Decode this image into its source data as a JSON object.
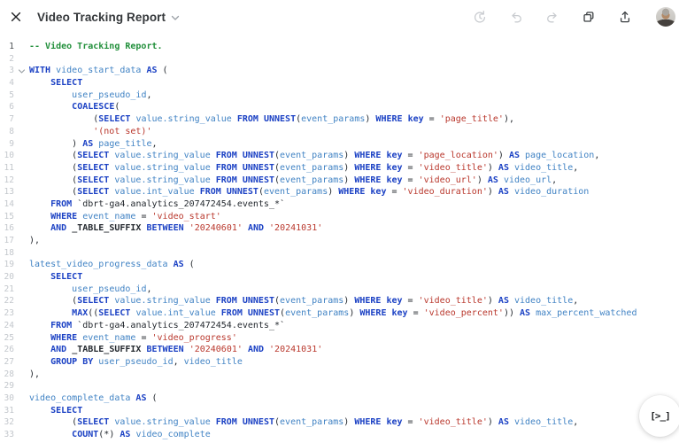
{
  "titlebar": {
    "title": "Video Tracking Report",
    "icons": {
      "close": "x-close",
      "title_chevron": "chevron-down",
      "history": "restore-clock-arrow",
      "undo": "arrow-curve-left",
      "redo": "arrow-curve-right",
      "copy": "overlapping-squares",
      "upload": "arrow-up-from-tray",
      "avatar": "user-photo"
    }
  },
  "editor": {
    "active_line": 1,
    "fold_icon": "chevron-down",
    "colors": {
      "keyword": "#1b41c4",
      "identifier": "#4183c4",
      "string": "#b9372c",
      "comment": "#23903c",
      "plain": "#24292f"
    },
    "lines": [
      {
        "n": 1,
        "t": [
          [
            "com",
            "-- Video Tracking Report."
          ]
        ]
      },
      {
        "n": 2,
        "t": []
      },
      {
        "n": 3,
        "fold": true,
        "t": [
          [
            "kw",
            "WITH"
          ],
          [
            "pl",
            " "
          ],
          [
            "id",
            "video_start_data"
          ],
          [
            "pl",
            " "
          ],
          [
            "kw",
            "AS"
          ],
          [
            "pl",
            " ("
          ]
        ]
      },
      {
        "n": 4,
        "t": [
          [
            "pl",
            "    "
          ],
          [
            "kw",
            "SELECT"
          ]
        ]
      },
      {
        "n": 5,
        "t": [
          [
            "pl",
            "        "
          ],
          [
            "id",
            "user_pseudo_id"
          ],
          [
            "pl",
            ","
          ]
        ]
      },
      {
        "n": 6,
        "t": [
          [
            "pl",
            "        "
          ],
          [
            "kw",
            "COALESCE"
          ],
          [
            "pl",
            "("
          ]
        ]
      },
      {
        "n": 7,
        "t": [
          [
            "pl",
            "            ("
          ],
          [
            "kw",
            "SELECT"
          ],
          [
            "pl",
            " "
          ],
          [
            "id",
            "value.string_value"
          ],
          [
            "pl",
            " "
          ],
          [
            "kw",
            "FROM"
          ],
          [
            "pl",
            " "
          ],
          [
            "kw",
            "UNNEST"
          ],
          [
            "pl",
            "("
          ],
          [
            "id",
            "event_params"
          ],
          [
            "pl",
            ") "
          ],
          [
            "kw",
            "WHERE"
          ],
          [
            "pl",
            " "
          ],
          [
            "kw",
            "key"
          ],
          [
            "pl",
            " = "
          ],
          [
            "str",
            "'page_title'"
          ],
          [
            "pl",
            "),"
          ]
        ]
      },
      {
        "n": 8,
        "t": [
          [
            "pl",
            "            "
          ],
          [
            "str",
            "'(not set)'"
          ]
        ]
      },
      {
        "n": 9,
        "t": [
          [
            "pl",
            "        ) "
          ],
          [
            "kw",
            "AS"
          ],
          [
            "pl",
            " "
          ],
          [
            "id",
            "page_title"
          ],
          [
            "pl",
            ","
          ]
        ]
      },
      {
        "n": 10,
        "t": [
          [
            "pl",
            "        ("
          ],
          [
            "kw",
            "SELECT"
          ],
          [
            "pl",
            " "
          ],
          [
            "id",
            "value.string_value"
          ],
          [
            "pl",
            " "
          ],
          [
            "kw",
            "FROM"
          ],
          [
            "pl",
            " "
          ],
          [
            "kw",
            "UNNEST"
          ],
          [
            "pl",
            "("
          ],
          [
            "id",
            "event_params"
          ],
          [
            "pl",
            ") "
          ],
          [
            "kw",
            "WHERE"
          ],
          [
            "pl",
            " "
          ],
          [
            "kw",
            "key"
          ],
          [
            "pl",
            " = "
          ],
          [
            "str",
            "'page_location'"
          ],
          [
            "pl",
            ") "
          ],
          [
            "kw",
            "AS"
          ],
          [
            "pl",
            " "
          ],
          [
            "id",
            "page_location"
          ],
          [
            "pl",
            ","
          ]
        ]
      },
      {
        "n": 11,
        "t": [
          [
            "pl",
            "        ("
          ],
          [
            "kw",
            "SELECT"
          ],
          [
            "pl",
            " "
          ],
          [
            "id",
            "value.string_value"
          ],
          [
            "pl",
            " "
          ],
          [
            "kw",
            "FROM"
          ],
          [
            "pl",
            " "
          ],
          [
            "kw",
            "UNNEST"
          ],
          [
            "pl",
            "("
          ],
          [
            "id",
            "event_params"
          ],
          [
            "pl",
            ") "
          ],
          [
            "kw",
            "WHERE"
          ],
          [
            "pl",
            " "
          ],
          [
            "kw",
            "key"
          ],
          [
            "pl",
            " = "
          ],
          [
            "str",
            "'video_title'"
          ],
          [
            "pl",
            ") "
          ],
          [
            "kw",
            "AS"
          ],
          [
            "pl",
            " "
          ],
          [
            "id",
            "video_title"
          ],
          [
            "pl",
            ","
          ]
        ]
      },
      {
        "n": 12,
        "t": [
          [
            "pl",
            "        ("
          ],
          [
            "kw",
            "SELECT"
          ],
          [
            "pl",
            " "
          ],
          [
            "id",
            "value.string_value"
          ],
          [
            "pl",
            " "
          ],
          [
            "kw",
            "FROM"
          ],
          [
            "pl",
            " "
          ],
          [
            "kw",
            "UNNEST"
          ],
          [
            "pl",
            "("
          ],
          [
            "id",
            "event_params"
          ],
          [
            "pl",
            ") "
          ],
          [
            "kw",
            "WHERE"
          ],
          [
            "pl",
            " "
          ],
          [
            "kw",
            "key"
          ],
          [
            "pl",
            " = "
          ],
          [
            "str",
            "'video_url'"
          ],
          [
            "pl",
            ") "
          ],
          [
            "kw",
            "AS"
          ],
          [
            "pl",
            " "
          ],
          [
            "id",
            "video_url"
          ],
          [
            "pl",
            ","
          ]
        ]
      },
      {
        "n": 13,
        "t": [
          [
            "pl",
            "        ("
          ],
          [
            "kw",
            "SELECT"
          ],
          [
            "pl",
            " "
          ],
          [
            "id",
            "value.int_value"
          ],
          [
            "pl",
            " "
          ],
          [
            "kw",
            "FROM"
          ],
          [
            "pl",
            " "
          ],
          [
            "kw",
            "UNNEST"
          ],
          [
            "pl",
            "("
          ],
          [
            "id",
            "event_params"
          ],
          [
            "pl",
            ") "
          ],
          [
            "kw",
            "WHERE"
          ],
          [
            "pl",
            " "
          ],
          [
            "kw",
            "key"
          ],
          [
            "pl",
            " = "
          ],
          [
            "str",
            "'video_duration'"
          ],
          [
            "pl",
            ") "
          ],
          [
            "kw",
            "AS"
          ],
          [
            "pl",
            " "
          ],
          [
            "id",
            "video_duration"
          ]
        ]
      },
      {
        "n": 14,
        "t": [
          [
            "pl",
            "    "
          ],
          [
            "kw",
            "FROM"
          ],
          [
            "pl",
            " "
          ],
          [
            "tbl",
            "`dbrt-ga4.analytics_207472454.events_*`"
          ]
        ]
      },
      {
        "n": 15,
        "t": [
          [
            "pl",
            "    "
          ],
          [
            "kw",
            "WHERE"
          ],
          [
            "pl",
            " "
          ],
          [
            "id",
            "event_name"
          ],
          [
            "pl",
            " = "
          ],
          [
            "str",
            "'video_start'"
          ]
        ]
      },
      {
        "n": 16,
        "t": [
          [
            "pl",
            "    "
          ],
          [
            "kw",
            "AND"
          ],
          [
            "pl",
            " "
          ],
          [
            "sfx",
            "_TABLE_SUFFIX"
          ],
          [
            "pl",
            " "
          ],
          [
            "kw",
            "BETWEEN"
          ],
          [
            "pl",
            " "
          ],
          [
            "str",
            "'20240601'"
          ],
          [
            "pl",
            " "
          ],
          [
            "kw",
            "AND"
          ],
          [
            "pl",
            " "
          ],
          [
            "str",
            "'20241031'"
          ]
        ]
      },
      {
        "n": 17,
        "t": [
          [
            "pl",
            "),"
          ]
        ]
      },
      {
        "n": 18,
        "t": []
      },
      {
        "n": 19,
        "t": [
          [
            "id",
            "latest_video_progress_data"
          ],
          [
            "pl",
            " "
          ],
          [
            "kw",
            "AS"
          ],
          [
            "pl",
            " ("
          ]
        ]
      },
      {
        "n": 20,
        "t": [
          [
            "pl",
            "    "
          ],
          [
            "kw",
            "SELECT"
          ]
        ]
      },
      {
        "n": 21,
        "t": [
          [
            "pl",
            "        "
          ],
          [
            "id",
            "user_pseudo_id"
          ],
          [
            "pl",
            ","
          ]
        ]
      },
      {
        "n": 22,
        "t": [
          [
            "pl",
            "        ("
          ],
          [
            "kw",
            "SELECT"
          ],
          [
            "pl",
            " "
          ],
          [
            "id",
            "value.string_value"
          ],
          [
            "pl",
            " "
          ],
          [
            "kw",
            "FROM"
          ],
          [
            "pl",
            " "
          ],
          [
            "kw",
            "UNNEST"
          ],
          [
            "pl",
            "("
          ],
          [
            "id",
            "event_params"
          ],
          [
            "pl",
            ") "
          ],
          [
            "kw",
            "WHERE"
          ],
          [
            "pl",
            " "
          ],
          [
            "kw",
            "key"
          ],
          [
            "pl",
            " = "
          ],
          [
            "str",
            "'video_title'"
          ],
          [
            "pl",
            ") "
          ],
          [
            "kw",
            "AS"
          ],
          [
            "pl",
            " "
          ],
          [
            "id",
            "video_title"
          ],
          [
            "pl",
            ","
          ]
        ]
      },
      {
        "n": 23,
        "t": [
          [
            "pl",
            "        "
          ],
          [
            "kw",
            "MAX"
          ],
          [
            "pl",
            "(("
          ],
          [
            "kw",
            "SELECT"
          ],
          [
            "pl",
            " "
          ],
          [
            "id",
            "value.int_value"
          ],
          [
            "pl",
            " "
          ],
          [
            "kw",
            "FROM"
          ],
          [
            "pl",
            " "
          ],
          [
            "kw",
            "UNNEST"
          ],
          [
            "pl",
            "("
          ],
          [
            "id",
            "event_params"
          ],
          [
            "pl",
            ") "
          ],
          [
            "kw",
            "WHERE"
          ],
          [
            "pl",
            " "
          ],
          [
            "kw",
            "key"
          ],
          [
            "pl",
            " = "
          ],
          [
            "str",
            "'video_percent'"
          ],
          [
            "pl",
            ")) "
          ],
          [
            "kw",
            "AS"
          ],
          [
            "pl",
            " "
          ],
          [
            "id",
            "max_percent_watched"
          ]
        ]
      },
      {
        "n": 24,
        "t": [
          [
            "pl",
            "    "
          ],
          [
            "kw",
            "FROM"
          ],
          [
            "pl",
            " "
          ],
          [
            "tbl",
            "`dbrt-ga4.analytics_207472454.events_*`"
          ]
        ]
      },
      {
        "n": 25,
        "t": [
          [
            "pl",
            "    "
          ],
          [
            "kw",
            "WHERE"
          ],
          [
            "pl",
            " "
          ],
          [
            "id",
            "event_name"
          ],
          [
            "pl",
            " = "
          ],
          [
            "str",
            "'video_progress'"
          ]
        ]
      },
      {
        "n": 26,
        "t": [
          [
            "pl",
            "    "
          ],
          [
            "kw",
            "AND"
          ],
          [
            "pl",
            " "
          ],
          [
            "sfx",
            "_TABLE_SUFFIX"
          ],
          [
            "pl",
            " "
          ],
          [
            "kw",
            "BETWEEN"
          ],
          [
            "pl",
            " "
          ],
          [
            "str",
            "'20240601'"
          ],
          [
            "pl",
            " "
          ],
          [
            "kw",
            "AND"
          ],
          [
            "pl",
            " "
          ],
          [
            "str",
            "'20241031'"
          ]
        ]
      },
      {
        "n": 27,
        "t": [
          [
            "pl",
            "    "
          ],
          [
            "kw",
            "GROUP BY"
          ],
          [
            "pl",
            " "
          ],
          [
            "id",
            "user_pseudo_id"
          ],
          [
            "pl",
            ", "
          ],
          [
            "id",
            "video_title"
          ]
        ]
      },
      {
        "n": 28,
        "t": [
          [
            "pl",
            "),"
          ]
        ]
      },
      {
        "n": 29,
        "t": []
      },
      {
        "n": 30,
        "t": [
          [
            "id",
            "video_complete_data"
          ],
          [
            "pl",
            " "
          ],
          [
            "kw",
            "AS"
          ],
          [
            "pl",
            " ("
          ]
        ]
      },
      {
        "n": 31,
        "t": [
          [
            "pl",
            "    "
          ],
          [
            "kw",
            "SELECT"
          ]
        ]
      },
      {
        "n": 32,
        "t": [
          [
            "pl",
            "        ("
          ],
          [
            "kw",
            "SELECT"
          ],
          [
            "pl",
            " "
          ],
          [
            "id",
            "value.string_value"
          ],
          [
            "pl",
            " "
          ],
          [
            "kw",
            "FROM"
          ],
          [
            "pl",
            " "
          ],
          [
            "kw",
            "UNNEST"
          ],
          [
            "pl",
            "("
          ],
          [
            "id",
            "event_params"
          ],
          [
            "pl",
            ") "
          ],
          [
            "kw",
            "WHERE"
          ],
          [
            "pl",
            " "
          ],
          [
            "kw",
            "key"
          ],
          [
            "pl",
            " = "
          ],
          [
            "str",
            "'video_title'"
          ],
          [
            "pl",
            ") "
          ],
          [
            "kw",
            "AS"
          ],
          [
            "pl",
            " "
          ],
          [
            "id",
            "video_title"
          ],
          [
            "pl",
            ","
          ]
        ]
      },
      {
        "n": 33,
        "t": [
          [
            "pl",
            "        "
          ],
          [
            "kw",
            "COUNT"
          ],
          [
            "pl",
            "(*) "
          ],
          [
            "kw",
            "AS"
          ],
          [
            "pl",
            " "
          ],
          [
            "id",
            "video_complete"
          ]
        ]
      }
    ]
  },
  "fab": {
    "label": "[>_]",
    "icon": "code-console"
  }
}
